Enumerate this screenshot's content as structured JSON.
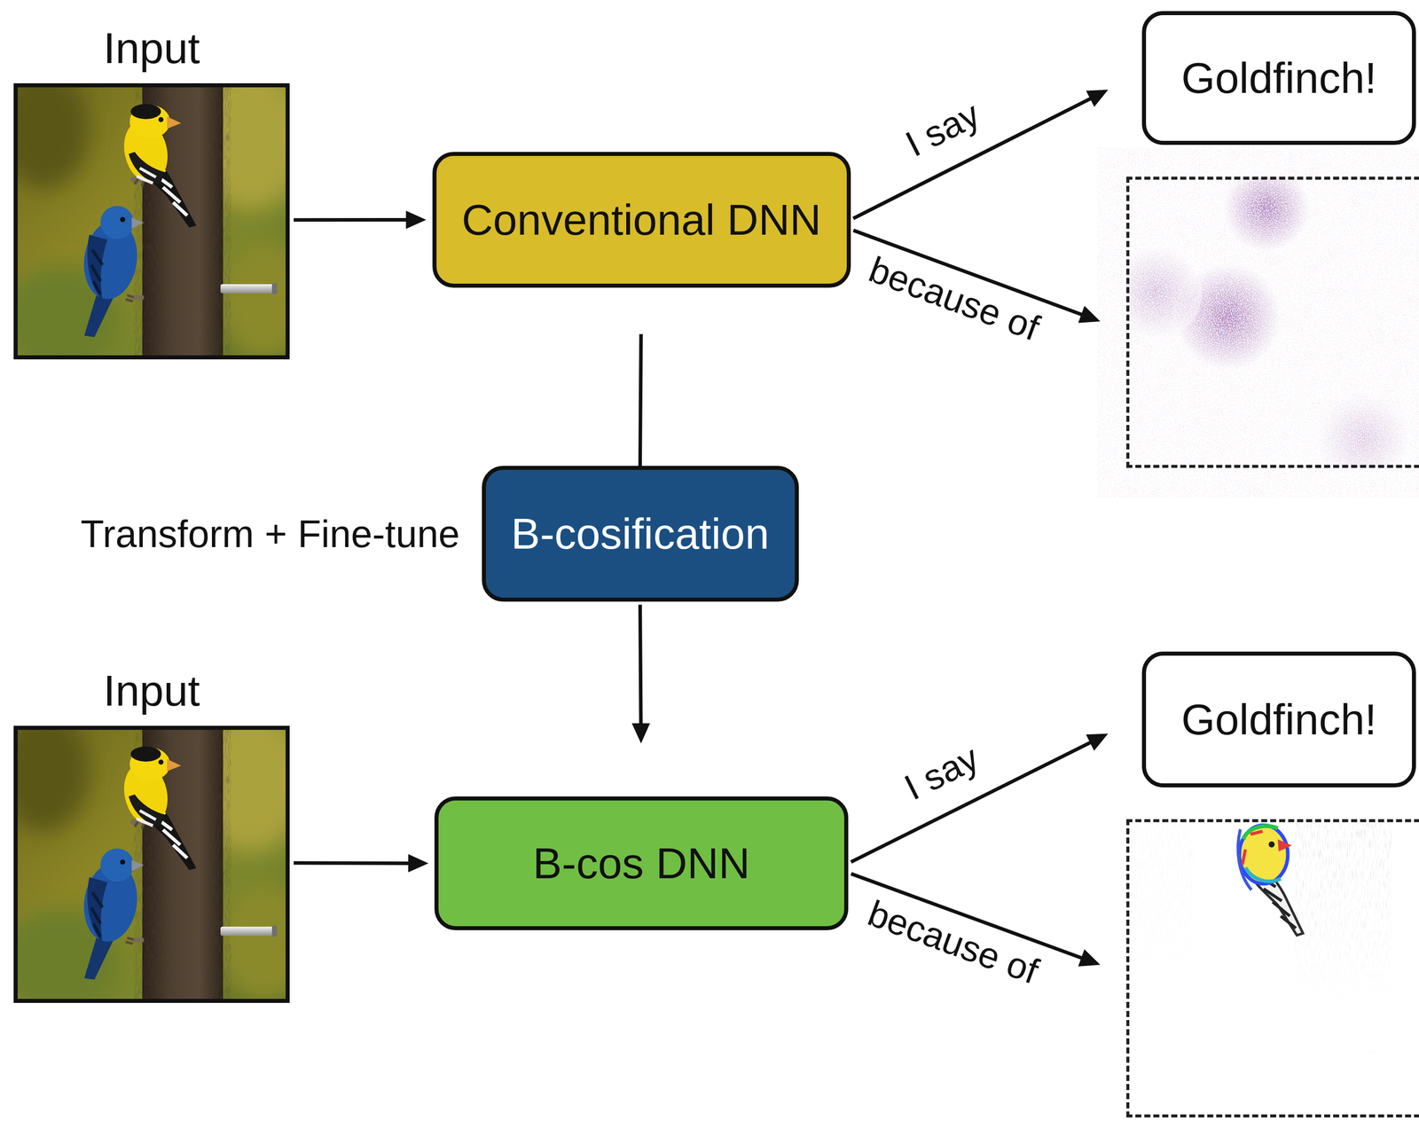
{
  "diagram": {
    "nodes": [
      {
        "text": [
          "Input"
        ]
      },
      {
        "text": [
          "Conventional DNN"
        ]
      },
      {
        "text": [
          "Goldfinch!"
        ]
      },
      {
        "text": []
      },
      {
        "text": [
          "B-cosification"
        ]
      },
      {
        "text": [
          "Input"
        ]
      },
      {
        "text": [
          "B-cos DNN"
        ]
      },
      {
        "text": [
          "Goldfinch!"
        ]
      },
      {
        "text": []
      }
    ],
    "edges": [
      {
        "from": 0,
        "to": 1,
        "arrow": "to"
      },
      {
        "from": 1,
        "to": 2,
        "label": "I say",
        "arrow": "to"
      },
      {
        "from": 1,
        "to": 3,
        "label": "because of",
        "arrow": "to"
      },
      {
        "from": 1,
        "to": 4,
        "arrow": "none"
      },
      {
        "from": 4,
        "to": 6,
        "arrow": "to"
      },
      {
        "from": 5,
        "to": 6,
        "arrow": "to"
      },
      {
        "from": 6,
        "to": 7,
        "label": "I say",
        "arrow": "to"
      },
      {
        "from": 6,
        "to": 8,
        "label": "because of",
        "arrow": "to"
      }
    ],
    "labels": [
      "Transform + Fine-tune"
    ]
  }
}
